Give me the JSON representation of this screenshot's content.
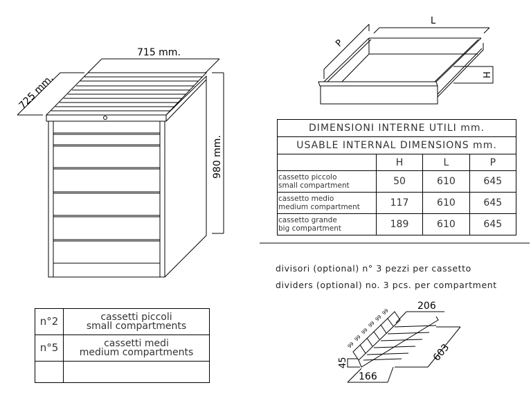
{
  "cabinet": {
    "width_label": "715 mm.",
    "depth_label": "725 mm.",
    "height_label": "980 mm."
  },
  "drawer": {
    "p_label": "P",
    "l_label": "L",
    "h_label": "H"
  },
  "dimensions_table": {
    "title_it": "DIMENSIONI INTERNE UTILI mm.",
    "title_en": "USABLE INTERNAL DIMENSIONS mm.",
    "columns": [
      "H",
      "L",
      "P"
    ],
    "rows": [
      {
        "it": "cassetto piccolo",
        "en": "small compartment",
        "H": "50",
        "L": "610",
        "P": "645"
      },
      {
        "it": "cassetto medio",
        "en": "medium compartment",
        "H": "117",
        "L": "610",
        "P": "645"
      },
      {
        "it": "cassetto grande",
        "en": "big compartment",
        "H": "189",
        "L": "610",
        "P": "645"
      }
    ]
  },
  "dividers_note": {
    "it": "divisori (optional) n° 3 pezzi per cassetto",
    "en": "dividers (optional) no. 3 pcs. per compartment"
  },
  "divider_drawing": {
    "width": "206",
    "length": "603",
    "height": "45",
    "depth": "166",
    "slot_labels": [
      "99",
      "99",
      "99",
      "99",
      "99",
      "99"
    ]
  },
  "compartments_table": {
    "rows": [
      {
        "qty": "n°2",
        "it": "cassetti piccoli",
        "en": "small compartments"
      },
      {
        "qty": "n°5",
        "it": "cassetti medi",
        "en": "medium compartments"
      },
      {
        "qty": "",
        "it": "",
        "en": ""
      }
    ]
  }
}
